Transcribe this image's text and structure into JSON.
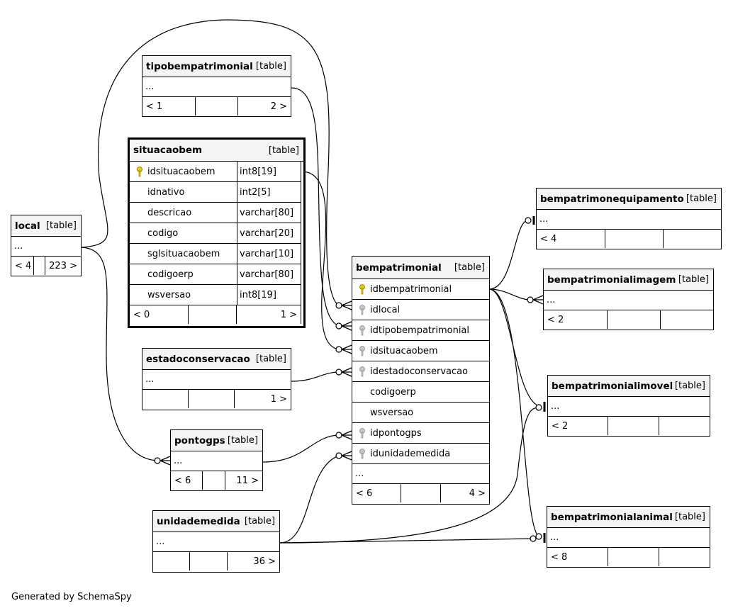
{
  "tables": {
    "tipobempatrimonial": {
      "name": "tipobempatrimonial",
      "kind": "[table]",
      "rows": [
        "..."
      ],
      "footer": [
        "< 1",
        "",
        "2 >"
      ]
    },
    "situacaobem": {
      "name": "situacaobem",
      "kind": "[table]",
      "columns": [
        {
          "name": "idsituacaobem",
          "type": "int8[19]",
          "key": "primary"
        },
        {
          "name": "idnativo",
          "type": "int2[5]",
          "key": ""
        },
        {
          "name": "descricao",
          "type": "varchar[80]",
          "key": ""
        },
        {
          "name": "codigo",
          "type": "varchar[20]",
          "key": ""
        },
        {
          "name": "sglsituacaobem",
          "type": "varchar[10]",
          "key": ""
        },
        {
          "name": "codigoerp",
          "type": "varchar[80]",
          "key": ""
        },
        {
          "name": "wsversao",
          "type": "int8[19]",
          "key": ""
        }
      ],
      "footer": [
        "< 0",
        "",
        "1 >"
      ]
    },
    "local": {
      "name": "local",
      "kind": "[table]",
      "rows": [
        "..."
      ],
      "footer": [
        "< 4",
        "",
        "223 >"
      ]
    },
    "estadoconservacao": {
      "name": "estadoconservacao",
      "kind": "[table]",
      "rows": [
        "..."
      ],
      "footer": [
        "",
        "",
        "1 >"
      ]
    },
    "pontogps": {
      "name": "pontogps",
      "kind": "[table]",
      "rows": [
        "..."
      ],
      "footer": [
        "< 6",
        "",
        "11 >"
      ]
    },
    "unidademedida": {
      "name": "unidademedida",
      "kind": "[table]",
      "rows": [
        "..."
      ],
      "footer": [
        "",
        "",
        "36 >"
      ]
    },
    "bempatrimonial": {
      "name": "bempatrimonial",
      "kind": "[table]",
      "columns": [
        {
          "name": "idbempatrimonial",
          "key": "primary"
        },
        {
          "name": "idlocal",
          "key": "foreign"
        },
        {
          "name": "idtipobempatrimonial",
          "key": "foreign"
        },
        {
          "name": "idsituacaobem",
          "key": "foreign"
        },
        {
          "name": "idestadoconservacao",
          "key": "foreign"
        },
        {
          "name": "codigoerp",
          "key": ""
        },
        {
          "name": "wsversao",
          "key": ""
        },
        {
          "name": "idpontogps",
          "key": "foreign"
        },
        {
          "name": "idunidademedida",
          "key": "foreign"
        }
      ],
      "more": "...",
      "footer": [
        "< 6",
        "",
        "4 >"
      ]
    },
    "bempatrimonequipamento": {
      "name": "bempatrimonequipamento",
      "kind": "[table]",
      "rows": [
        "..."
      ],
      "footer": [
        "< 4",
        "",
        ""
      ]
    },
    "bempatrimonialimagem": {
      "name": "bempatrimonialimagem",
      "kind": "[table]",
      "rows": [
        "..."
      ],
      "footer": [
        "< 2",
        "",
        ""
      ]
    },
    "bempatrimonialimovel": {
      "name": "bempatrimonialimovel",
      "kind": "[table]",
      "rows": [
        "..."
      ],
      "footer": [
        "< 2",
        "",
        ""
      ]
    },
    "bempatrimonialanimal": {
      "name": "bempatrimonialanimal",
      "kind": "[table]",
      "rows": [
        "..."
      ],
      "footer": [
        "< 8",
        "",
        ""
      ]
    }
  },
  "generated_by": "Generated by SchemaSpy",
  "colors": {
    "header_bg": "#f4f4f4",
    "primary_key": "#e8c800",
    "foreign_key": "#a8a8a8",
    "line": "#000000"
  }
}
